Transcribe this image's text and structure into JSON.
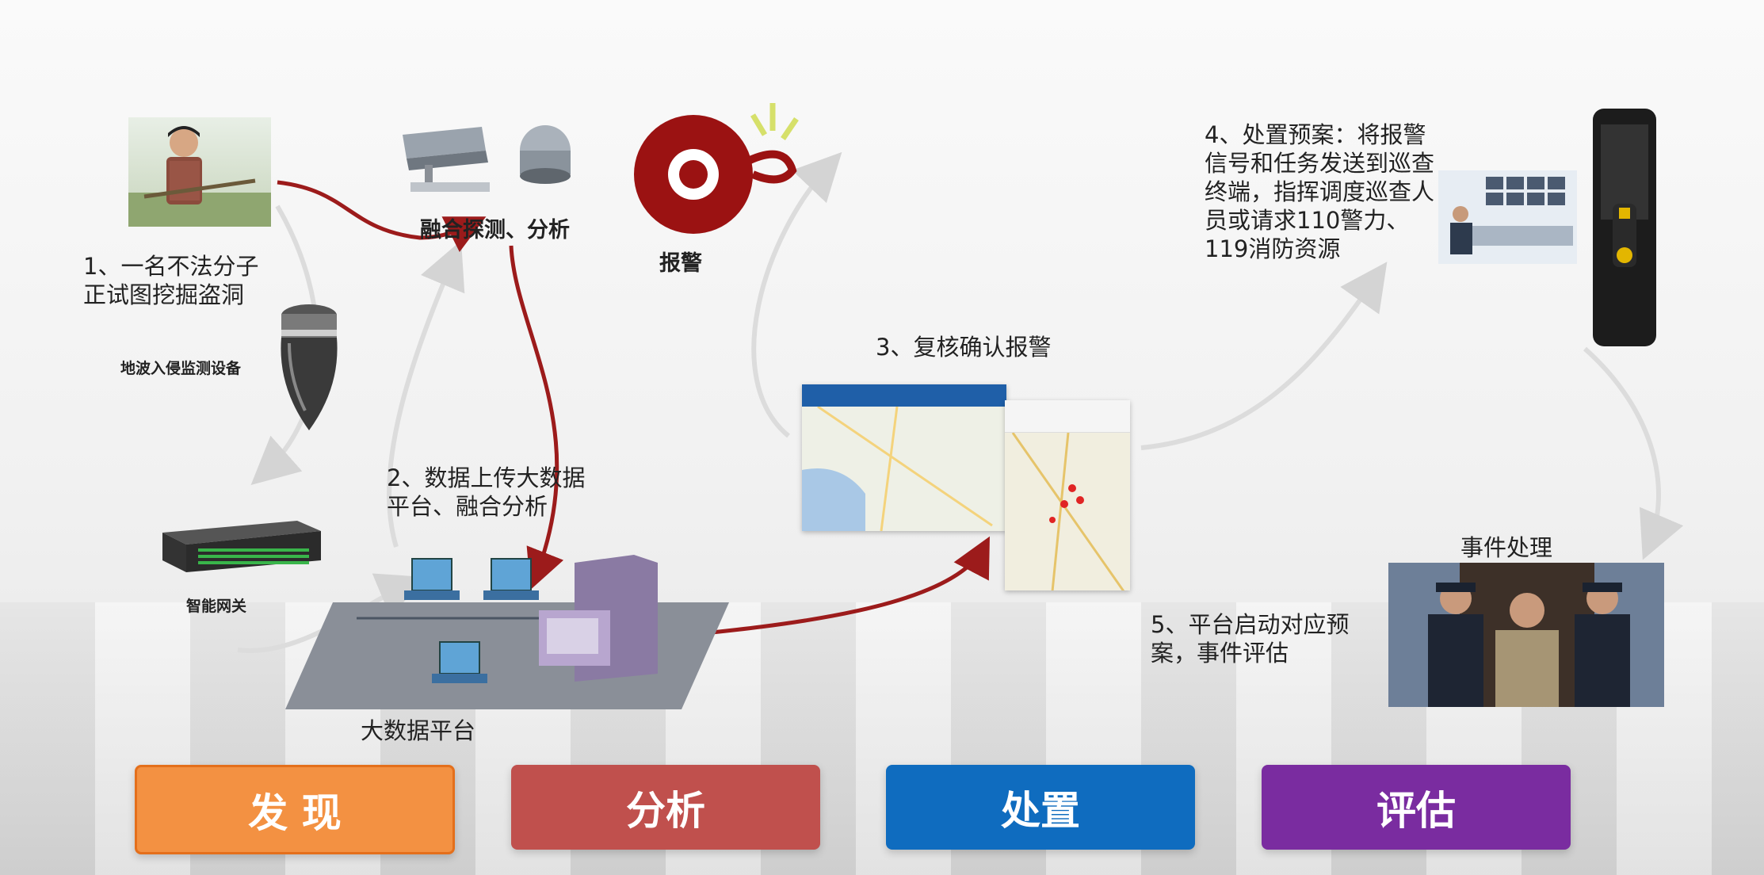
{
  "labels": {
    "step1": "1、一名不法分子正试图挖掘盗洞",
    "fusion": "融合探测、分析",
    "alarm": "报警",
    "ground_wave": "地波入侵监测设备",
    "gateway": "智能网关",
    "step2": "2、数据上传大数据平台、融合分析",
    "bigdata": "大数据平台",
    "step3": "3、复核确认报警",
    "step4": "4、处置预案：将报警信号和任务发送到巡查终端，指挥调度巡查人员或请求110警力、119消防资源",
    "event": "事件处理",
    "step5": "5、平台启动对应预案，事件评估"
  },
  "stages": [
    {
      "label": "发 现",
      "color": "#f39142"
    },
    {
      "label": "分析",
      "color": "#c0504d"
    },
    {
      "label": "处置",
      "color": "#0f6cbf"
    },
    {
      "label": "评估",
      "color": "#7a2ca0"
    }
  ],
  "colors": {
    "arrow_red": "#9c1b1b",
    "arrow_grey": "#d8d8d8",
    "alarm_red": "#9b1212"
  }
}
